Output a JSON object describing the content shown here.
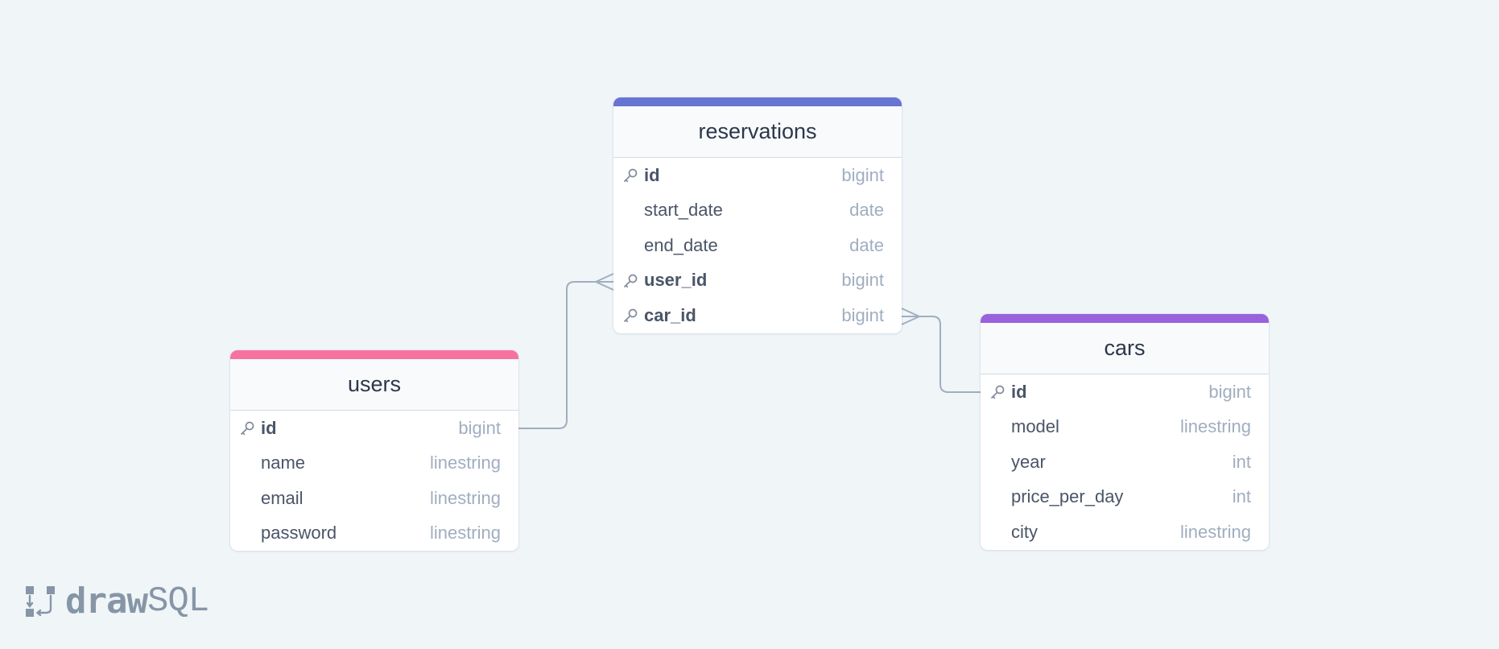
{
  "colors": {
    "users_accent": "#f6739f",
    "reservations_accent": "#6575d1",
    "cars_accent": "#9962dc",
    "connector": "#a0aec0",
    "background": "#f0f5f8"
  },
  "tables": {
    "reservations": {
      "name": "reservations",
      "fields": [
        {
          "name": "id",
          "type": "bigint",
          "key": true
        },
        {
          "name": "start_date",
          "type": "date",
          "key": false
        },
        {
          "name": "end_date",
          "type": "date",
          "key": false
        },
        {
          "name": "user_id",
          "type": "bigint",
          "key": true
        },
        {
          "name": "car_id",
          "type": "bigint",
          "key": true
        }
      ]
    },
    "users": {
      "name": "users",
      "fields": [
        {
          "name": "id",
          "type": "bigint",
          "key": true
        },
        {
          "name": "name",
          "type": "linestring",
          "key": false
        },
        {
          "name": "email",
          "type": "linestring",
          "key": false
        },
        {
          "name": "password",
          "type": "linestring",
          "key": false
        }
      ]
    },
    "cars": {
      "name": "cars",
      "fields": [
        {
          "name": "id",
          "type": "bigint",
          "key": true
        },
        {
          "name": "model",
          "type": "linestring",
          "key": false
        },
        {
          "name": "year",
          "type": "int",
          "key": false
        },
        {
          "name": "price_per_day",
          "type": "int",
          "key": false
        },
        {
          "name": "city",
          "type": "linestring",
          "key": false
        }
      ]
    }
  },
  "relations": [
    {
      "from": "users.id",
      "to": "reservations.user_id",
      "cardinality": "one-to-many"
    },
    {
      "from": "cars.id",
      "to": "reservations.car_id",
      "cardinality": "one-to-many"
    }
  ],
  "logo": {
    "part1": "draw",
    "part2": "SQL",
    "icon": "drawsql-logo-icon"
  }
}
